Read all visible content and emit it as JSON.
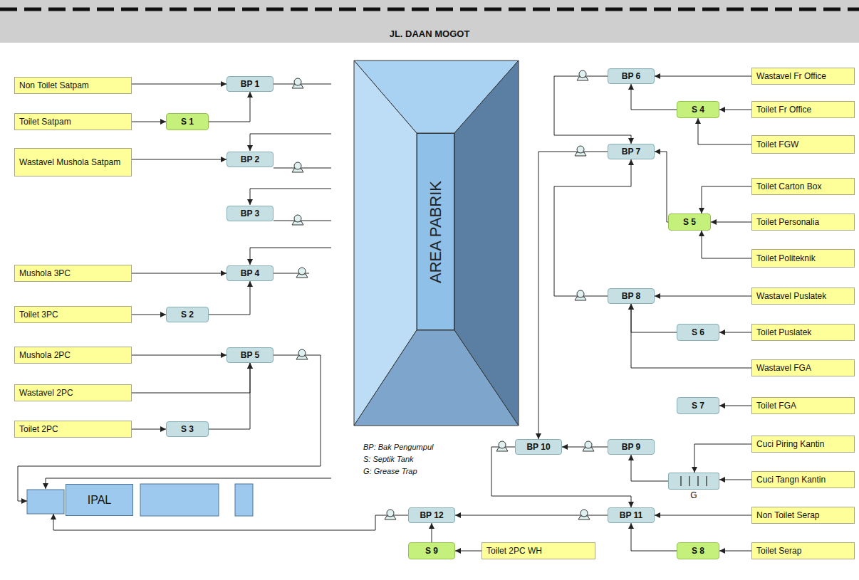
{
  "diagram": {
    "nodes": [
      {
        "text": [
          "Non Toilet Satpam"
        ]
      },
      {
        "text": [
          "BP 1"
        ]
      },
      {
        "text": [
          "BP 6"
        ]
      },
      {
        "text": [
          "Wastavel Fr Office"
        ]
      },
      {
        "text": [
          "S 4"
        ]
      },
      {
        "text": [
          "Toilet Fr Office"
        ]
      },
      {
        "text": [
          "Toilet Satpam"
        ]
      },
      {
        "text": [
          "S 1"
        ]
      },
      {
        "text": [
          "Toilet FGW"
        ]
      },
      {
        "text": [
          "Wastavel Mushola Satpam"
        ]
      },
      {
        "text": [
          "BP 2"
        ]
      },
      {
        "text": [
          "BP 7"
        ]
      },
      {
        "text": [
          "Toilet Carton Box"
        ]
      },
      {
        "text": [
          "AREA PABRIK"
        ]
      },
      {
        "text": [
          "BP 3"
        ]
      },
      {
        "text": [
          "S 5"
        ]
      },
      {
        "text": [
          "Toilet Personalia"
        ]
      },
      {
        "text": [
          "Toilet Politeknik"
        ]
      },
      {
        "text": [
          "Mushola 3PC"
        ]
      },
      {
        "text": [
          "BP 4"
        ]
      },
      {
        "text": [
          "BP 8"
        ]
      },
      {
        "text": [
          "Wastavel Puslatek"
        ]
      },
      {
        "text": [
          "Toilet 3PC"
        ]
      },
      {
        "text": [
          "S 2"
        ]
      },
      {
        "text": [
          "S 6"
        ]
      },
      {
        "text": [
          "Toilet Puslatek"
        ]
      },
      {
        "text": [
          "Mushola 2PC"
        ]
      },
      {
        "text": [
          "BP 5"
        ]
      },
      {
        "text": [
          "Wastavel FGA"
        ]
      },
      {
        "text": [
          "Wastavel 2PC"
        ]
      },
      {
        "text": [
          "S 7"
        ]
      },
      {
        "text": [
          "Toilet FGA"
        ]
      },
      {
        "text": [
          "Toilet 2PC"
        ]
      },
      {
        "text": [
          "S 3"
        ]
      },
      {
        "text": [
          "BP 9"
        ]
      },
      {
        "text": [
          "BP 10"
        ]
      },
      {
        "text": [
          "Cuci Piring Kantin"
        ]
      },
      {
        "text": [
          "G"
        ]
      },
      {
        "text": [
          "Cuci Tangn Kantin"
        ]
      },
      {
        "text": [
          "IPAL"
        ]
      },
      {
        "text": [
          "BP 11"
        ]
      },
      {
        "text": [
          "Non Toilet Serap"
        ]
      },
      {
        "text": [
          "BP 12"
        ]
      },
      {
        "text": [
          "S 8"
        ]
      },
      {
        "text": [
          "Toilet Serap"
        ]
      },
      {
        "text": [
          "S 9"
        ]
      },
      {
        "text": [
          "Toilet 2PC WH"
        ]
      }
    ],
    "edges": [
      {
        "from": 0,
        "to": 1,
        "arrow": "to"
      },
      {
        "from": 6,
        "to": 7,
        "arrow": "to"
      },
      {
        "from": 7,
        "to": 1,
        "arrow": "to"
      },
      {
        "from": 9,
        "to": 10,
        "arrow": "to"
      },
      {
        "from": 18,
        "to": 19,
        "arrow": "to"
      },
      {
        "from": 22,
        "to": 23,
        "arrow": "to"
      },
      {
        "from": 23,
        "to": 19,
        "arrow": "to"
      },
      {
        "from": 26,
        "to": 27,
        "arrow": "to"
      },
      {
        "from": 29,
        "to": 27,
        "arrow": "to"
      },
      {
        "from": 32,
        "to": 33,
        "arrow": "to"
      },
      {
        "from": 33,
        "to": 27,
        "arrow": "to"
      },
      {
        "from": 27,
        "to": 39,
        "arrow": "to"
      },
      {
        "from": 3,
        "to": 2,
        "arrow": "to"
      },
      {
        "from": 5,
        "to": 4,
        "arrow": "to"
      },
      {
        "from": 8,
        "to": 4,
        "arrow": "to"
      },
      {
        "from": 4,
        "to": 2,
        "arrow": "to"
      },
      {
        "from": 2,
        "to": 11,
        "arrow": "to"
      },
      {
        "from": 12,
        "to": 15,
        "arrow": "to"
      },
      {
        "from": 16,
        "to": 15,
        "arrow": "to"
      },
      {
        "from": 17,
        "to": 15,
        "arrow": "to"
      },
      {
        "from": 15,
        "to": 11,
        "arrow": "to"
      },
      {
        "from": 21,
        "to": 20,
        "arrow": "to"
      },
      {
        "from": 25,
        "to": 24,
        "arrow": "to"
      },
      {
        "from": 24,
        "to": 20,
        "arrow": "to"
      },
      {
        "from": 28,
        "to": 20,
        "arrow": "to"
      },
      {
        "from": 31,
        "to": 30,
        "arrow": "to"
      },
      {
        "from": 20,
        "to": 11,
        "arrow": "to"
      },
      {
        "from": 11,
        "to": 35,
        "arrow": "to"
      },
      {
        "from": 36,
        "to": 37,
        "arrow": "to"
      },
      {
        "from": 38,
        "to": 37,
        "arrow": "to"
      },
      {
        "from": 37,
        "to": 34,
        "arrow": "to"
      },
      {
        "from": 34,
        "to": 35,
        "arrow": "to"
      },
      {
        "from": 35,
        "to": 40,
        "arrow": "to"
      },
      {
        "from": 41,
        "to": 40,
        "arrow": "to"
      },
      {
        "from": 44,
        "to": 43,
        "arrow": "to"
      },
      {
        "from": 43,
        "to": 40,
        "arrow": "to"
      },
      {
        "from": 40,
        "to": 42,
        "arrow": "to"
      },
      {
        "from": 46,
        "to": 45,
        "arrow": "to"
      },
      {
        "from": 45,
        "to": 42,
        "arrow": "to"
      },
      {
        "from": 42,
        "to": 39,
        "arrow": "to"
      }
    ],
    "labels": [
      "JL. DAAN MOGOT",
      "BP: Bak Pengumpul",
      "S: Septik Tank",
      "G: Grease Trap"
    ]
  }
}
